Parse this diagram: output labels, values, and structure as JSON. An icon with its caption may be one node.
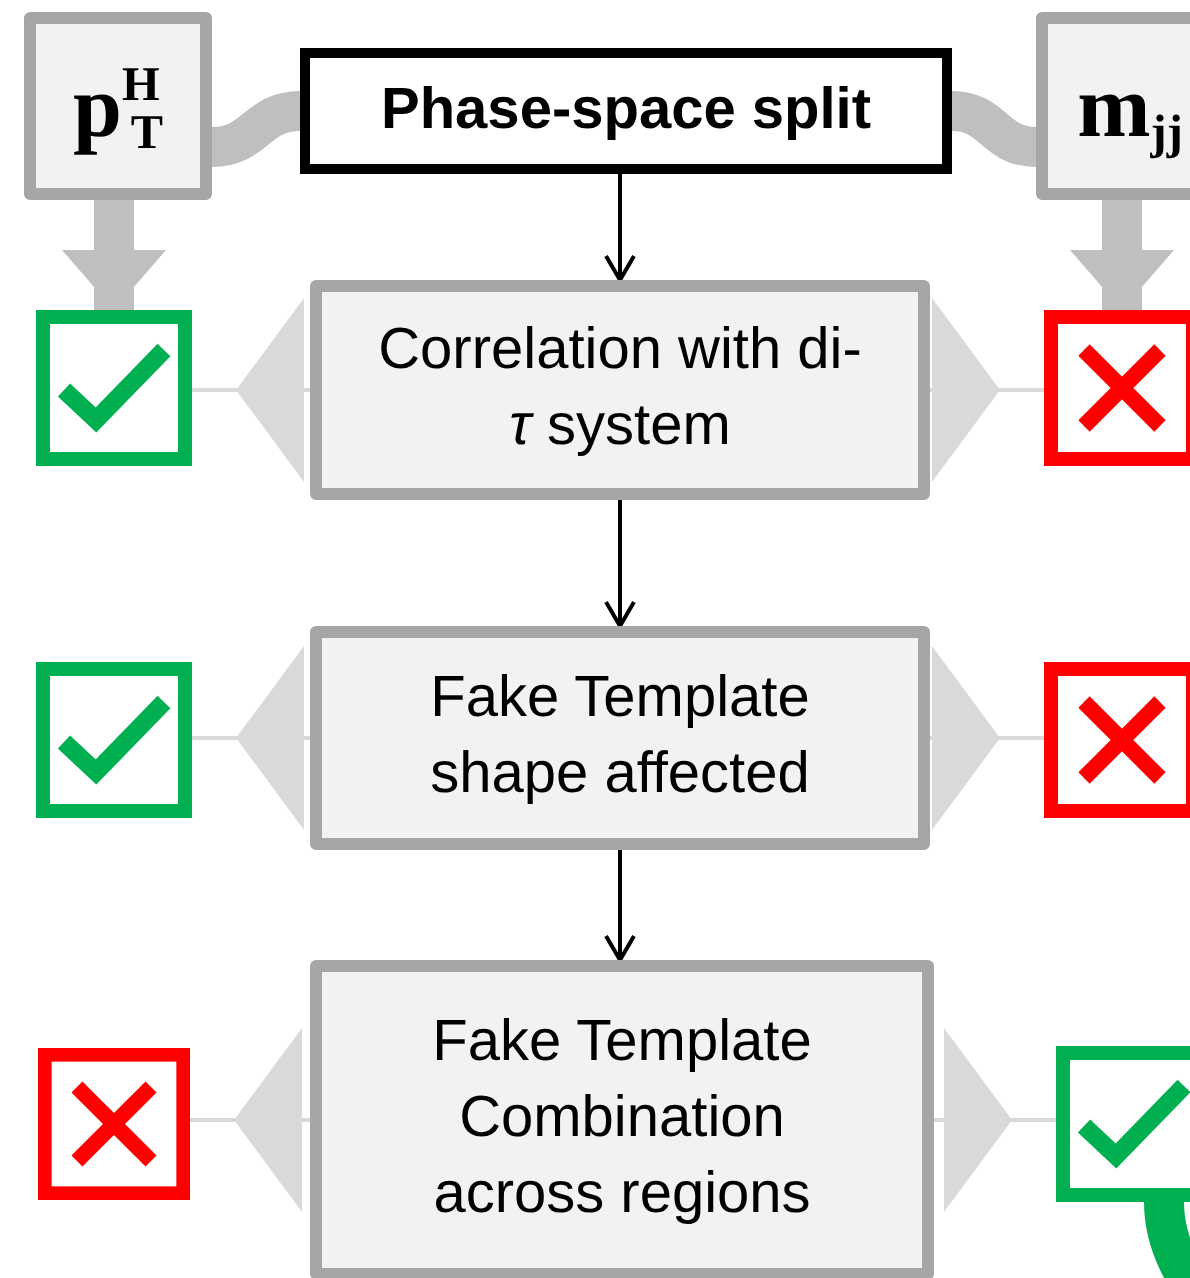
{
  "diagram": {
    "nodes": [
      {
        "text": [
          "p$^{H}$$_{T}$"
        ]
      },
      {
        "text": [
          "Phase-space split"
        ]
      },
      {
        "text": [
          "m$_{jj}$"
        ]
      },
      {
        "text": [],
        "shape": "checkmark"
      },
      {
        "text": [
          "Correlation with di-*τ* system"
        ]
      },
      {
        "text": [],
        "shape": "cross"
      },
      {
        "text": [],
        "shape": "checkmark"
      },
      {
        "text": [
          "Fake Template shape affected"
        ]
      },
      {
        "text": [],
        "shape": "cross"
      },
      {
        "text": [],
        "shape": "cross"
      },
      {
        "text": [
          "Fake Template Combination across regions"
        ]
      },
      {
        "text": [],
        "shape": "checkmark"
      }
    ],
    "edges": [
      {
        "from": 1,
        "to": 0,
        "arrow": "none",
        "style": "thick",
        "color": "#bfbfbf"
      },
      {
        "from": 1,
        "to": 2,
        "arrow": "none",
        "style": "thick",
        "color": "#bfbfbf"
      },
      {
        "from": 0,
        "to": 3,
        "arrow": "to",
        "style": "thick",
        "color": "#bfbfbf"
      },
      {
        "from": 2,
        "to": 5,
        "arrow": "to",
        "style": "thick",
        "color": "#bfbfbf"
      },
      {
        "from": 1,
        "to": 4,
        "arrow": "to",
        "color": "#000000"
      },
      {
        "from": 4,
        "to": 3,
        "arrow": "to"
      },
      {
        "from": 4,
        "to": 5,
        "arrow": "to"
      },
      {
        "from": 4,
        "to": 7,
        "arrow": "to",
        "color": "#000000"
      },
      {
        "from": 7,
        "to": 6,
        "arrow": "to"
      },
      {
        "from": 7,
        "to": 8,
        "arrow": "to"
      },
      {
        "from": 7,
        "to": 10,
        "arrow": "to",
        "color": "#000000"
      },
      {
        "from": 10,
        "to": 9,
        "arrow": "to"
      },
      {
        "from": 10,
        "to": 11,
        "arrow": "to"
      },
      {
        "from": null,
        "to": 11,
        "arrow": "none",
        "style": "thick",
        "color": "#00b050"
      }
    ]
  }
}
